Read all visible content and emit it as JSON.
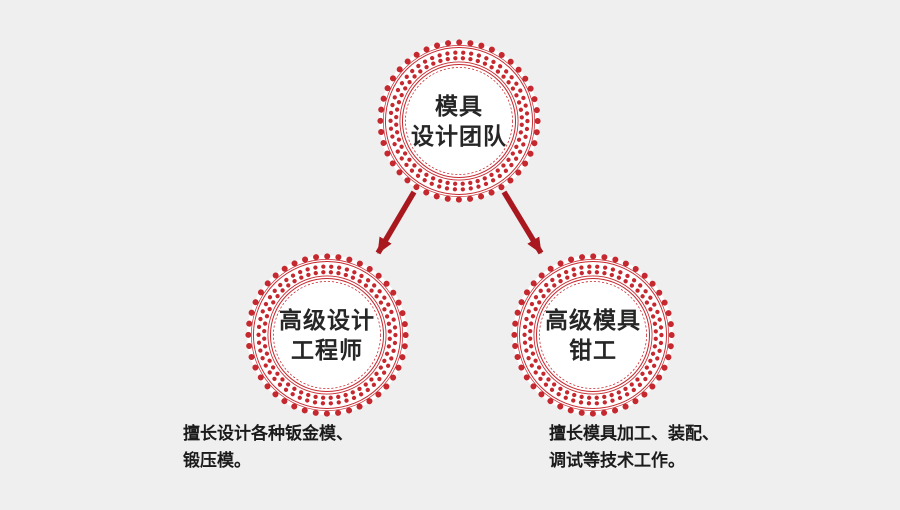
{
  "diagram": {
    "root": {
      "label_line1": "模具",
      "label_line2": "设计团队"
    },
    "left": {
      "label_line1": "高级设计",
      "label_line2": "工程师",
      "caption_line1": "擅长设计各种钣金模、",
      "caption_line2": "锻压模。"
    },
    "right": {
      "label_line1": "高级模具",
      "label_line2": "钳工",
      "caption_line1": "擅长模具加工、装配、",
      "caption_line2": "调试等技术工作。"
    }
  },
  "icons": {
    "ring": "lace-ring-ornament",
    "arrow": "arrow-icon"
  },
  "colors": {
    "ornament_red": "#c5282e",
    "arrow_red": "#a8181e",
    "text": "#262626",
    "background": "#efefef",
    "circle_fill": "#ffffff"
  }
}
